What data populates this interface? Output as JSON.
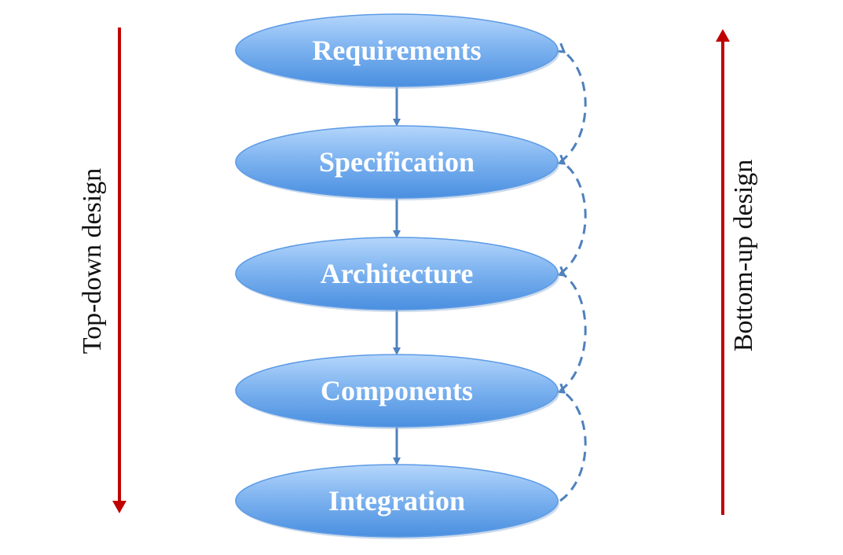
{
  "title_left": "Top-down design",
  "title_right": "Bottom-up design",
  "stages": [
    {
      "label": "Requirements"
    },
    {
      "label": "Specification"
    },
    {
      "label": "Architecture"
    },
    {
      "label": "Components"
    },
    {
      "label": "Integration"
    }
  ],
  "colors": {
    "arrow_red": "#c00000",
    "flow_blue": "#4f81bd",
    "ellipse_top": "#a9cef8",
    "ellipse_bottom": "#4a90e2"
  }
}
